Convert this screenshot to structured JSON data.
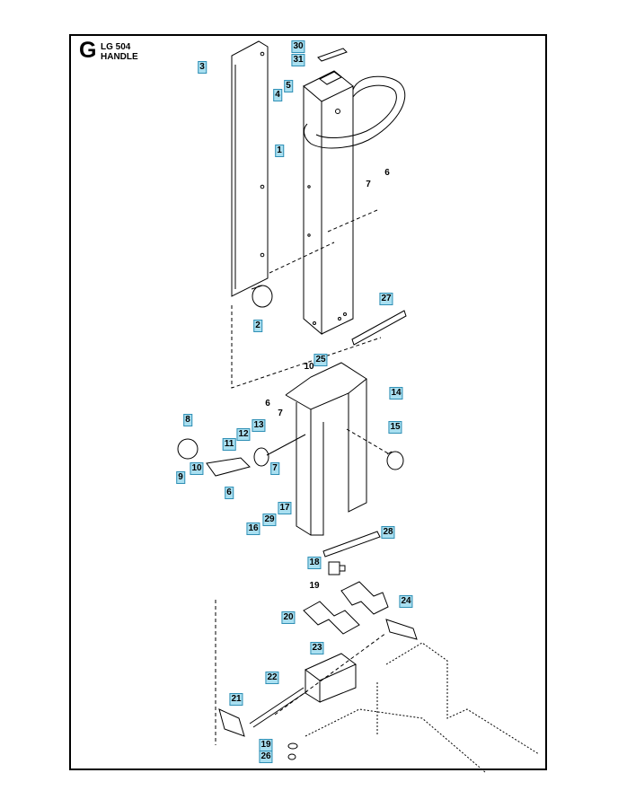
{
  "header": {
    "section_letter": "G",
    "model": "LG 504",
    "name": "HANDLE"
  },
  "callouts": [
    {
      "label": "30",
      "boxed": true
    },
    {
      "label": "31",
      "boxed": true
    },
    {
      "label": "3",
      "boxed": true
    },
    {
      "label": "5",
      "boxed": true
    },
    {
      "label": "4",
      "boxed": true
    },
    {
      "label": "1",
      "boxed": true
    },
    {
      "label": "6",
      "boxed": false
    },
    {
      "label": "7",
      "boxed": false
    },
    {
      "label": "27",
      "boxed": true
    },
    {
      "label": "2",
      "boxed": true
    },
    {
      "label": "10",
      "boxed": false
    },
    {
      "label": "25",
      "boxed": true
    },
    {
      "label": "14",
      "boxed": true
    },
    {
      "label": "6",
      "boxed": false
    },
    {
      "label": "7",
      "boxed": false
    },
    {
      "label": "8",
      "boxed": true
    },
    {
      "label": "15",
      "boxed": true
    },
    {
      "label": "13",
      "boxed": true
    },
    {
      "label": "12",
      "boxed": true
    },
    {
      "label": "11",
      "boxed": true
    },
    {
      "label": "10",
      "boxed": true
    },
    {
      "label": "7",
      "boxed": true
    },
    {
      "label": "9",
      "boxed": true
    },
    {
      "label": "6",
      "boxed": true
    },
    {
      "label": "17",
      "boxed": true
    },
    {
      "label": "29",
      "boxed": true
    },
    {
      "label": "16",
      "boxed": true
    },
    {
      "label": "28",
      "boxed": true
    },
    {
      "label": "18",
      "boxed": true
    },
    {
      "label": "19",
      "boxed": false
    },
    {
      "label": "24",
      "boxed": true
    },
    {
      "label": "20",
      "boxed": true
    },
    {
      "label": "23",
      "boxed": true
    },
    {
      "label": "22",
      "boxed": true
    },
    {
      "label": "21",
      "boxed": true
    },
    {
      "label": "19",
      "boxed": true
    },
    {
      "label": "26",
      "boxed": true
    }
  ]
}
